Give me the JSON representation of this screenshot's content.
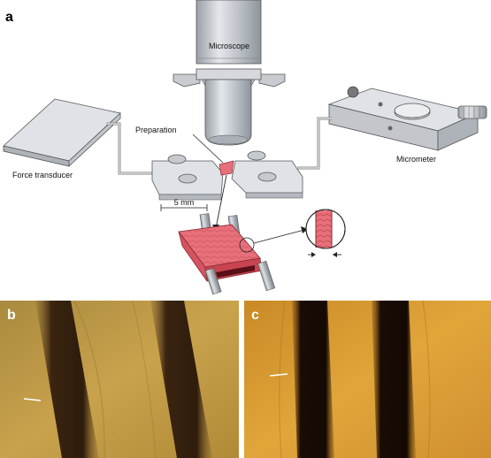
{
  "panels": {
    "a": {
      "letter": "a",
      "labels": {
        "microscope": "Microscope",
        "preparation": "Preparation",
        "force_transducer": "Force transducer",
        "micrometer": "Micrometer",
        "scale": "5 mm"
      }
    },
    "b": {
      "letter": "b"
    },
    "c": {
      "letter": "c"
    }
  },
  "colors": {
    "metal": "#c9ccd1",
    "tissue": "#e8707a",
    "micrograph_b": "#c49a3c",
    "micrograph_c": "#d89a2e"
  }
}
